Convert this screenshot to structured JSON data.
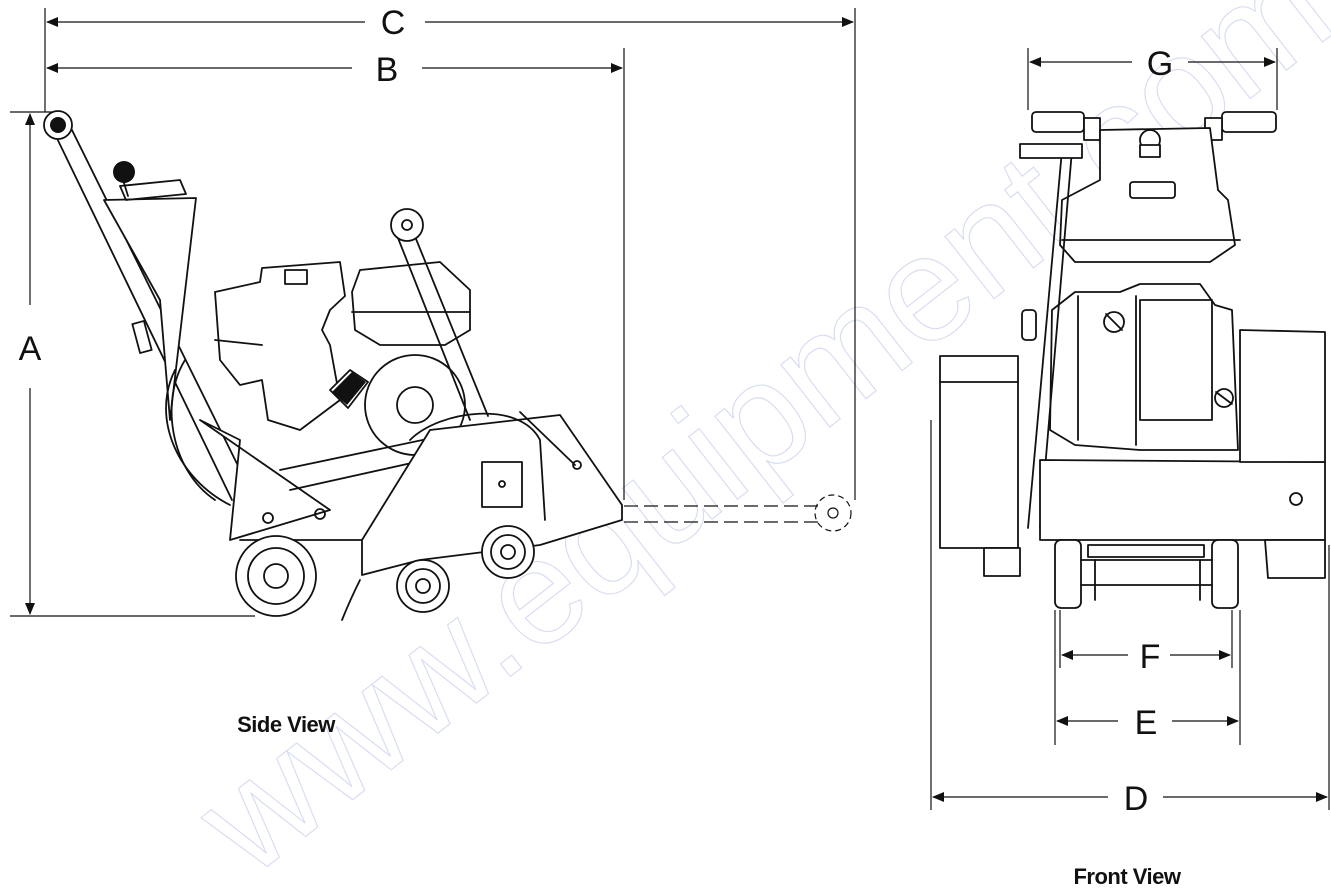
{
  "watermark": "www.equipment.com.cn/toolner.com",
  "dimensions": {
    "A": "A",
    "B": "B",
    "C": "C",
    "D": "D",
    "E": "E",
    "F": "F",
    "G": "G"
  },
  "captions": {
    "side": "Side View",
    "front": "Front View"
  }
}
